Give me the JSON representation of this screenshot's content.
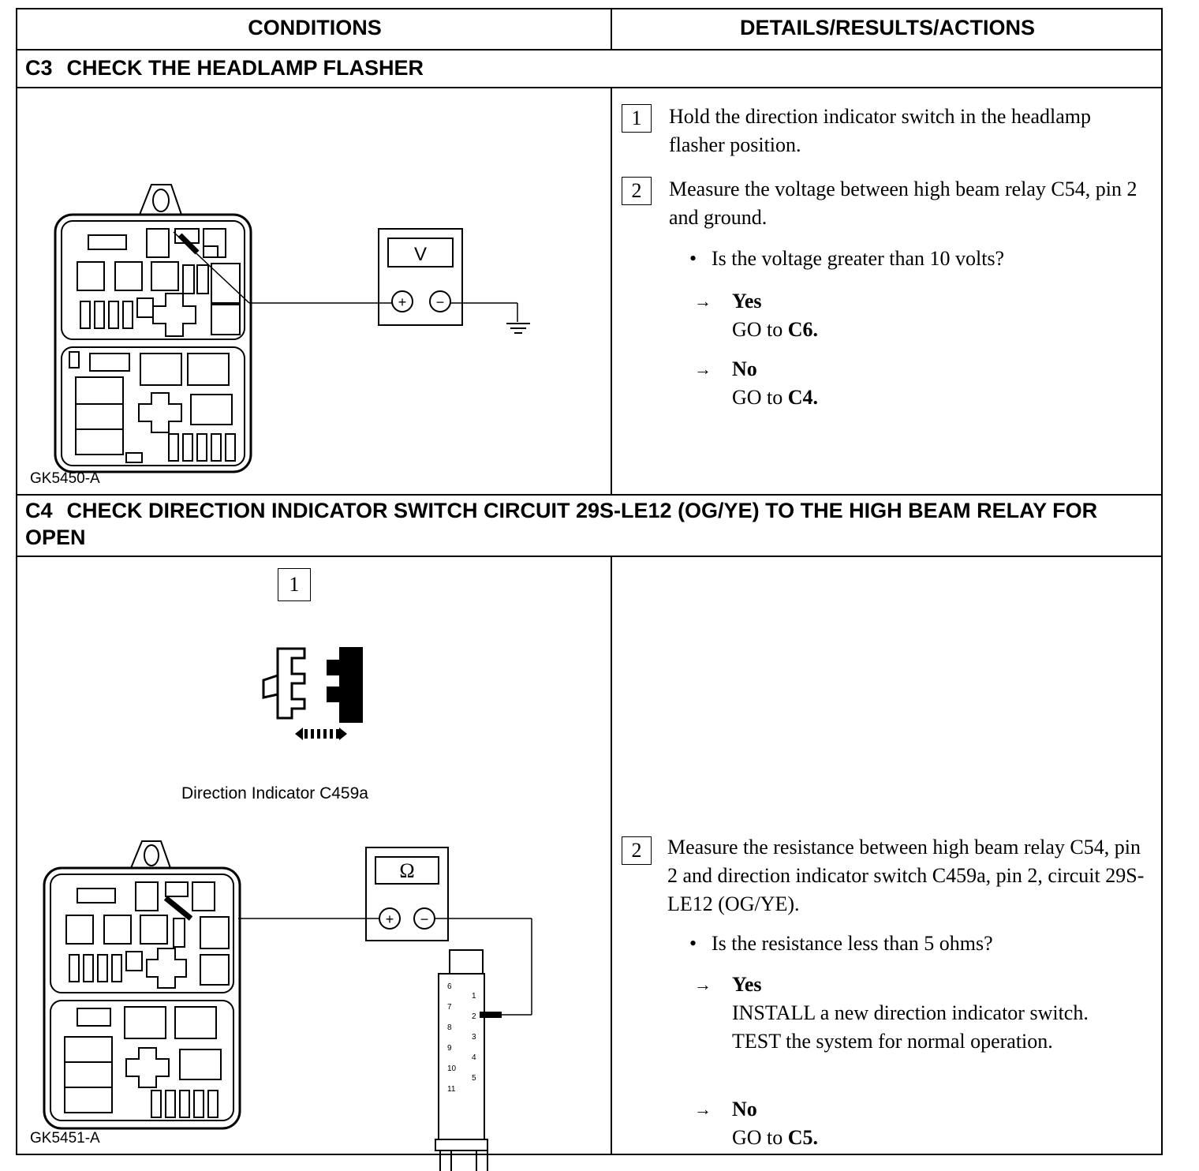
{
  "header": {
    "conditions": "CONDITIONS",
    "details": "DETAILS/RESULTS/ACTIONS"
  },
  "steps": [
    {
      "code": "C3",
      "title": "CHECK THE HEADLAMP FLASHER",
      "figure_id": "GK5450-A",
      "meter_symbol": "V",
      "meter_plus": "+",
      "meter_minus": "−",
      "actions": [
        {
          "num": "1",
          "text": "Hold the direction indicator switch in the headlamp flasher position."
        },
        {
          "num": "2",
          "text": "Measure the voltage between high beam relay C54, pin 2 and ground."
        }
      ],
      "question": "Is the voltage greater than 10 volts?",
      "results": [
        {
          "answer": "Yes",
          "prefix": "GO to",
          "target": "C6."
        },
        {
          "answer": "No",
          "prefix": "GO to",
          "target": "C4."
        }
      ]
    },
    {
      "code": "C4",
      "title": "CHECK DIRECTION INDICATOR SWITCH CIRCUIT 29S-LE12 (OG/YE) TO THE HIGH BEAM RELAY FOR OPEN",
      "figure_id": "GK5451-A",
      "figure_step": "1",
      "connector_label": "Direction Indicator C459a",
      "meter_symbol": "Ω",
      "meter_plus": "+",
      "meter_minus": "−",
      "connector_pins_left": [
        "6",
        "7",
        "8",
        "9",
        "10",
        "11"
      ],
      "connector_pins_right": [
        "1",
        "2",
        "3",
        "4",
        "5"
      ],
      "actions": [
        {
          "num": "2",
          "text": "Measure the resistance between high beam relay C54, pin 2 and direction indicator switch C459a, pin 2, circuit 29S-LE12 (OG/YE)."
        }
      ],
      "question": "Is the resistance less than 5 ohms?",
      "results": [
        {
          "answer": "Yes",
          "text": "INSTALL a new direction indicator switch. TEST the system for normal operation."
        },
        {
          "answer": "No",
          "prefix": "GO to",
          "target": "C5."
        }
      ]
    }
  ],
  "icons": {
    "arrow": "right-arrow-icon",
    "ground": "ground-symbol-icon"
  }
}
